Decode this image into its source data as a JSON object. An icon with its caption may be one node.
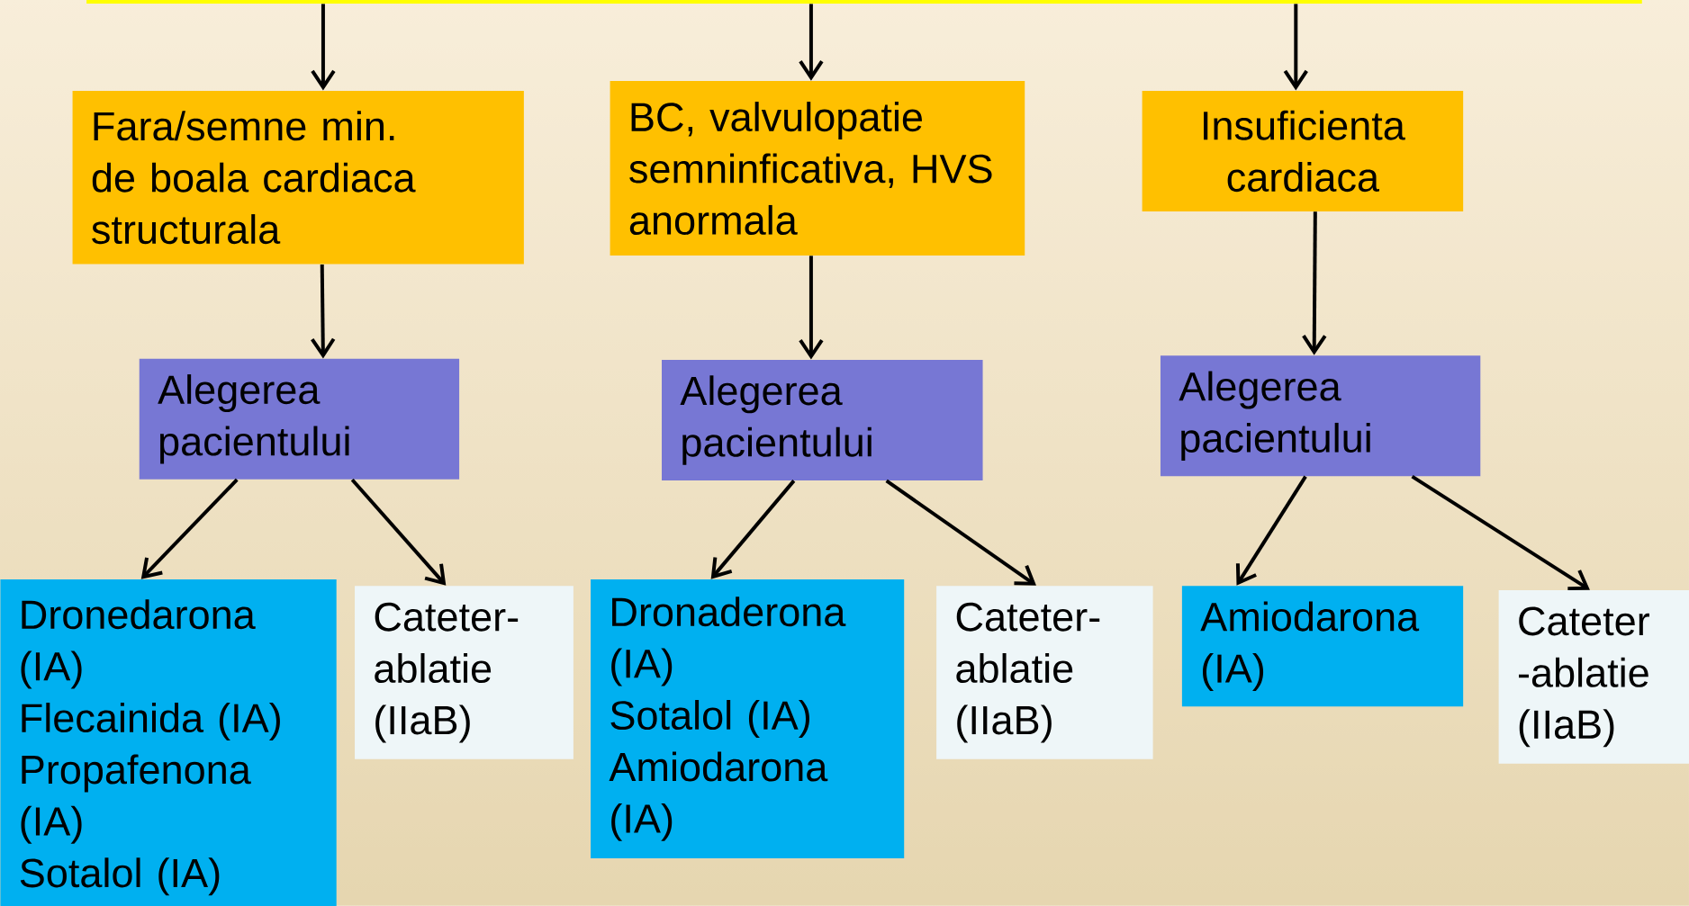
{
  "diagram": {
    "nodes": [
      {
        "text": [],
        "shape": "bar"
      },
      {
        "text": [
          "Fara/semne min. de boala cardiaca structurala"
        ]
      },
      {
        "text": [
          "BC, valvulopatie semninficativa, HVS anormala"
        ]
      },
      {
        "text": [
          "Insuficienta cardiaca"
        ]
      },
      {
        "text": [
          "Alegerea pacientului"
        ]
      },
      {
        "text": [
          "Alegerea pacientului"
        ]
      },
      {
        "text": [
          "Alegerea pacientului"
        ]
      },
      {
        "text": [
          "Dronedarona (IA)",
          "Flecainida (IA)",
          "Propafenona (IA)",
          "Sotalol (IA)"
        ]
      },
      {
        "text": [
          "Cateter-ablatie (IIaB)"
        ]
      },
      {
        "text": [
          "Dronaderona (IA)",
          "Sotalol (IA)",
          "Amiodarona (IA)"
        ]
      },
      {
        "text": [
          "Cateter-ablatie (IIaB)"
        ]
      },
      {
        "text": [
          "Amiodarona (IA)"
        ]
      },
      {
        "text": [
          "Cateter -ablatie (IIaB)"
        ]
      }
    ],
    "edges": [
      {
        "from": 0,
        "to": 1,
        "arrow": "to"
      },
      {
        "from": 0,
        "to": 2,
        "arrow": "to"
      },
      {
        "from": 0,
        "to": 3,
        "arrow": "to"
      },
      {
        "from": 1,
        "to": 4,
        "arrow": "to"
      },
      {
        "from": 2,
        "to": 5,
        "arrow": "to"
      },
      {
        "from": 3,
        "to": 6,
        "arrow": "to"
      },
      {
        "from": 4,
        "to": 7,
        "arrow": "to"
      },
      {
        "from": 4,
        "to": 8,
        "arrow": "to"
      },
      {
        "from": 5,
        "to": 9,
        "arrow": "to"
      },
      {
        "from": 5,
        "to": 10,
        "arrow": "to"
      },
      {
        "from": 6,
        "to": 11,
        "arrow": "to"
      },
      {
        "from": 6,
        "to": 12,
        "arrow": "to"
      }
    ]
  }
}
